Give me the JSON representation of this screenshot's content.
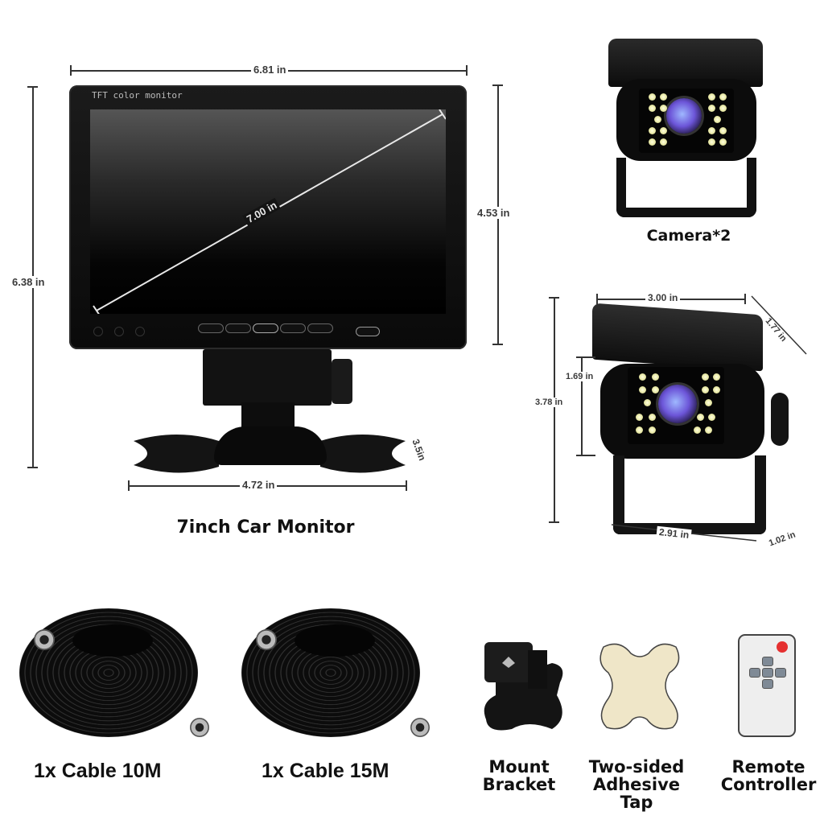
{
  "monitor": {
    "brand_text": "TFT color monitor",
    "width_dim": "6.81 in",
    "height_total_dim": "6.38 in",
    "screen_height_dim": "4.53 in",
    "diagonal_dim": "7.00 in",
    "base_width_dim": "4.72 in",
    "base_depth_dim": "3.5in",
    "caption": "7inch Car Monitor"
  },
  "camera_top": {
    "caption": "Camera*2"
  },
  "camera_side": {
    "width_top_dim": "3.00 in",
    "depth_top_dim": "1.77 in",
    "face_height_dim": "1.69 in",
    "total_height_dim": "3.78 in",
    "base_width_dim": "2.91 in",
    "base_depth_dim": "1.02 in"
  },
  "accessories": [
    {
      "label": "1x Cable 10M"
    },
    {
      "label": "1x Cable 15M"
    },
    {
      "label_line1": "Mount",
      "label_line2": "Bracket"
    },
    {
      "label_line1": "Two-sided",
      "label_line2": "Adhesive Tap"
    },
    {
      "label_line1": "Remote",
      "label_line2": "Controller"
    }
  ],
  "colors": {
    "background": "#ffffff",
    "device_black": "#111111",
    "led_yellow": "#f0f0b0",
    "lens_purple": "#6c55d8",
    "remote_red": "#e53030",
    "adhesive_beige": "#efe6c8"
  }
}
